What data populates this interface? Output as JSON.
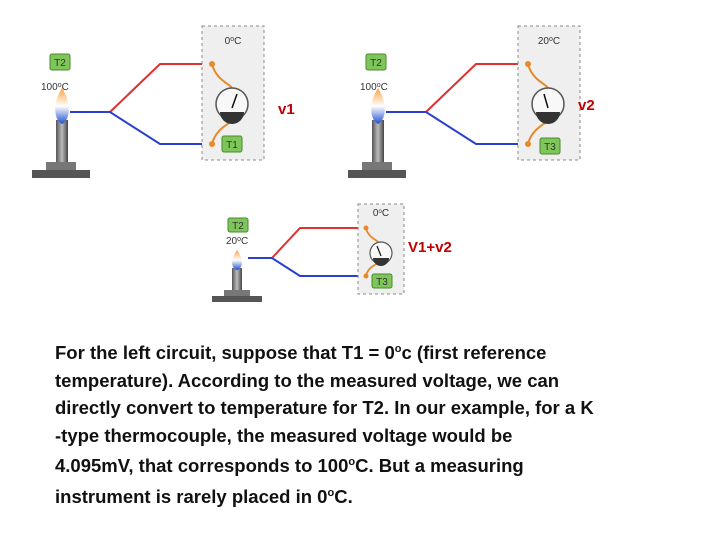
{
  "circuits": [
    {
      "hot_junction_label": "T2",
      "hot_temp_prefix": "100",
      "hot_temp_suffix": "C",
      "reference_temp_prefix": "0",
      "reference_temp_suffix": "C",
      "reference_junction_label": "T1",
      "voltage_label": "v1"
    },
    {
      "hot_junction_label": "T2",
      "hot_temp_prefix": "100",
      "hot_temp_suffix": "C",
      "reference_temp_prefix": "20",
      "reference_temp_suffix": "C",
      "reference_junction_label": "T3",
      "voltage_label": "v2"
    },
    {
      "hot_junction_label": "T2",
      "hot_temp_prefix": "20",
      "hot_temp_suffix": "C",
      "reference_temp_prefix": "0",
      "reference_temp_suffix": "C",
      "reference_junction_label": "T3",
      "voltage_label": "V1+v2"
    }
  ],
  "degree_symbol": "o",
  "caption": {
    "line1_a": "For the left circuit, suppose that T1 = 0",
    "line1_sup": "o",
    "line1_b": "c (first reference",
    "line2": "temperature). According to the measured voltage, we can",
    "line3": "directly convert to temperature for T2. In our example, for a K",
    "line4": "-type thermocouple, the measured voltage would be",
    "line5_a": "4.095mV, that corresponds to 100",
    "line5_sup": "o",
    "line5_b": "C. But a measuring",
    "line6_a": "instrument is rarely placed in 0",
    "line6_sup": "o",
    "line6_b": "C."
  },
  "colors": {
    "wire_red": "#e03030",
    "wire_blue": "#2a3fd0",
    "wire_orange": "#e8892a",
    "junction_green": "#7fc65a",
    "voltage_label": "#c00000",
    "panel_fill": "#efefef"
  }
}
